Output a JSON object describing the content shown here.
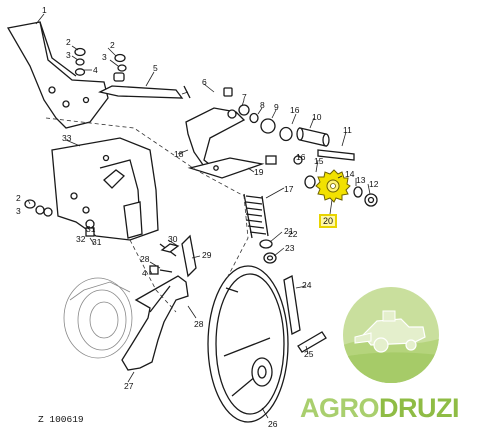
{
  "part_numbers": {
    "p1": "1",
    "p2a": "2",
    "p2b": "2",
    "p2c": "2",
    "p3a": "3",
    "p3b": "3",
    "p3c": "3",
    "p4": "4",
    "p5": "5",
    "p6": "6",
    "p7": "7",
    "p8": "8",
    "p9": "9",
    "p10": "10",
    "p11": "11",
    "p12": "12",
    "p13": "13",
    "p14": "14",
    "p15": "15",
    "p16": "16",
    "p17": "17",
    "p18": "18",
    "p19": "19",
    "p21": "21",
    "p22": "22",
    "p23": "23",
    "p24": "24",
    "p25": "25",
    "p26": "26",
    "p27": "27",
    "p28a": "28",
    "p28b": "28",
    "p29": "29",
    "p30": "30",
    "p31a": "31",
    "p31b": "31",
    "p32": "32",
    "p33": "33"
  },
  "highlight": {
    "label": "20",
    "color": "#f2e100"
  },
  "figure_id": "Z 100619",
  "watermark": {
    "brand_part1": "AGRO",
    "brand_part2": "DRUZI",
    "color_light": "#a9cf6e",
    "color_dark": "#8fbc45",
    "icon": "combine-harvester-icon"
  }
}
